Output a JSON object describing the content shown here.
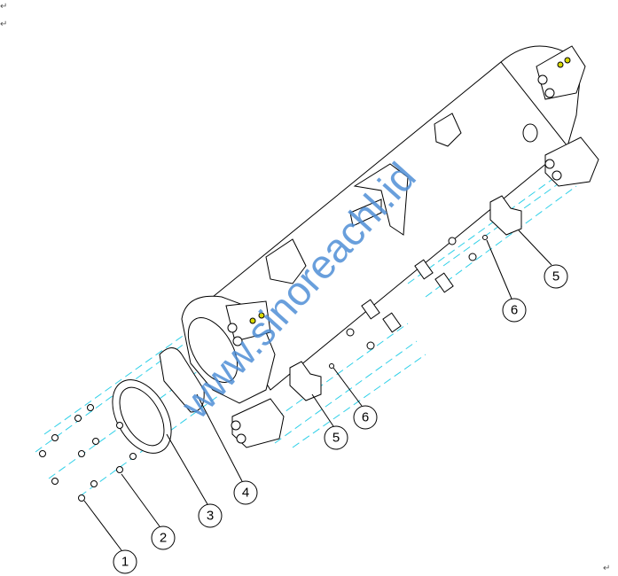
{
  "document": {
    "paragraph_marks": [
      "↵",
      "↵",
      "↵"
    ],
    "watermark": "www.sinoreachl.id",
    "callouts": [
      {
        "label": "1"
      },
      {
        "label": "2"
      },
      {
        "label": "3"
      },
      {
        "label": "4"
      },
      {
        "label": "5"
      },
      {
        "label": "6"
      },
      {
        "label": "5"
      },
      {
        "label": "6"
      }
    ],
    "colors": {
      "line": "#000000",
      "axis_lines": "#2fd0e8",
      "watermark": "#4f8fd6"
    }
  }
}
